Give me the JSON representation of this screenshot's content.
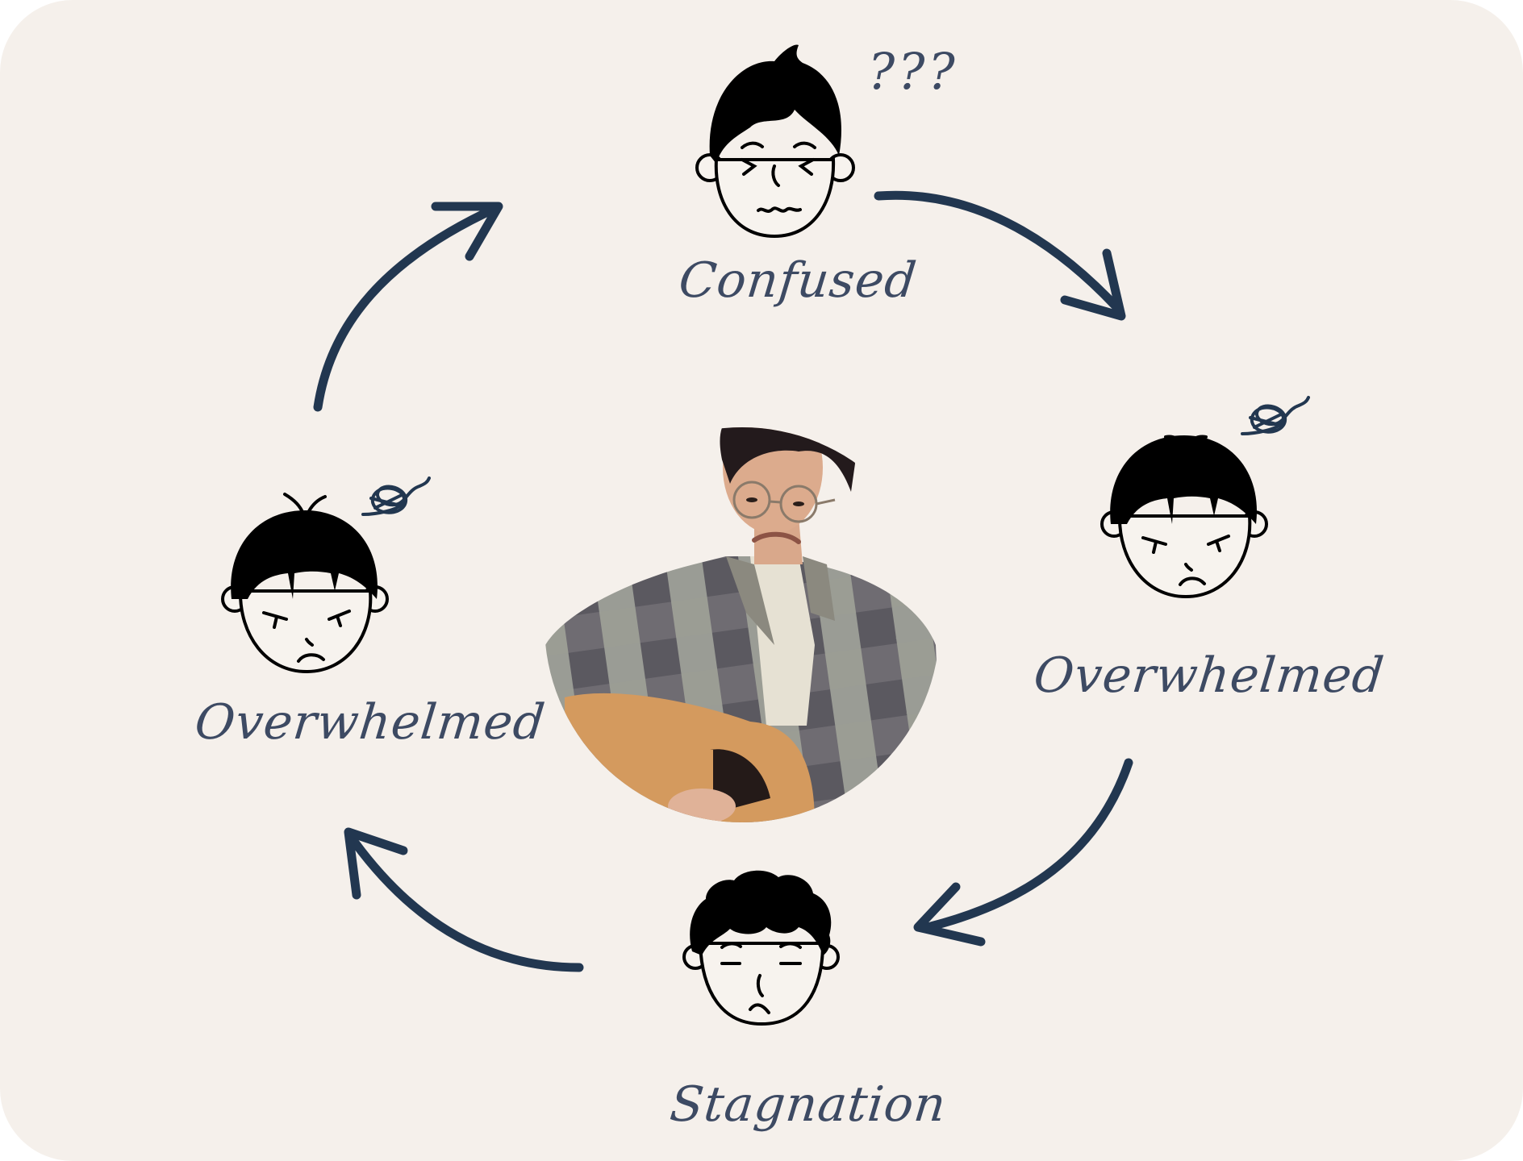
{
  "diagram": {
    "type": "cycle",
    "background_color": "#f5f0eb",
    "arrow_color": "#223750",
    "label_color": "#3d4a63",
    "center": {
      "subject": "person-with-guitar-photo",
      "description": "Young man with glasses in a plaid shirt holding a guitar, frowning"
    },
    "stages": [
      {
        "id": "confused",
        "label": "Confused",
        "face": "squinting-face",
        "decoration": "???"
      },
      {
        "id": "overwhelmed-right",
        "label": "Overwhelmed",
        "face": "angry-face",
        "decoration": "scribble"
      },
      {
        "id": "stagnation",
        "label": "Stagnation",
        "face": "sleepy-face",
        "decoration": ""
      },
      {
        "id": "overwhelmed-left",
        "label": "Overwhelmed",
        "face": "angry-face",
        "decoration": "scribble"
      }
    ],
    "arrows": [
      {
        "from": "confused",
        "to": "overwhelmed-right",
        "direction": "clockwise"
      },
      {
        "from": "overwhelmed-right",
        "to": "stagnation",
        "direction": "clockwise"
      },
      {
        "from": "stagnation",
        "to": "overwhelmed-left",
        "direction": "clockwise"
      },
      {
        "from": "overwhelmed-left",
        "to": "confused",
        "direction": "clockwise"
      }
    ]
  }
}
